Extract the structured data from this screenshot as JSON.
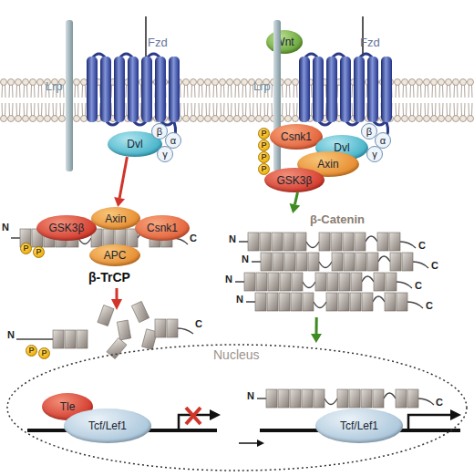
{
  "diagram": {
    "nodes": [
      {
        "text": [
          "Lrp"
        ]
      },
      {
        "text": [
          "Fzd"
        ]
      },
      {
        "text": [
          "Dvl"
        ]
      },
      {
        "text": [
          "β"
        ]
      },
      {
        "text": [
          "α"
        ]
      },
      {
        "text": [
          "γ"
        ]
      },
      {
        "text": [
          "Wnt"
        ]
      },
      {
        "text": [
          "Lrp"
        ]
      },
      {
        "text": [
          "Fzd"
        ]
      },
      {
        "text": [
          "Csnk1"
        ]
      },
      {
        "text": [
          "Dvl"
        ]
      },
      {
        "text": [
          "β"
        ]
      },
      {
        "text": [
          "α"
        ]
      },
      {
        "text": [
          "γ"
        ]
      },
      {
        "text": [
          "Axin"
        ]
      },
      {
        "text": [
          "GSK3β"
        ]
      },
      {
        "text": [
          "GSK3β"
        ]
      },
      {
        "text": [
          "Axin"
        ]
      },
      {
        "text": [
          "Csnk1"
        ]
      },
      {
        "text": [
          "APC"
        ]
      },
      {
        "text": [
          "β-Catenin"
        ]
      },
      {
        "text": [
          "Nucleus"
        ]
      },
      {
        "text": [
          "Tle"
        ],
        "in": 21
      },
      {
        "text": [
          "Tcf/Lef1"
        ],
        "in": 21
      },
      {
        "text": [
          "Tcf/Lef1"
        ],
        "in": 21
      },
      {
        "text": [
          "P"
        ]
      },
      {
        "text": [
          "P"
        ]
      },
      {
        "text": [
          "P"
        ]
      },
      {
        "text": [
          "P"
        ]
      },
      {
        "text": [
          "P"
        ]
      },
      {
        "text": [
          "P"
        ]
      },
      {
        "text": [
          "P"
        ]
      },
      {
        "text": [
          "P"
        ]
      }
    ],
    "edges": [
      {
        "from": 2,
        "to": 17,
        "arrow": "to"
      },
      {
        "from": 15,
        "to": 20,
        "arrow": "to"
      },
      {
        "from": 20,
        "to": 21,
        "arrow": "to"
      }
    ],
    "labels": [
      "N",
      "C",
      "β-TrCP",
      "N",
      "C",
      "N",
      "C",
      "N",
      "C",
      "N",
      "C",
      "N",
      "C",
      "N",
      "C"
    ]
  }
}
